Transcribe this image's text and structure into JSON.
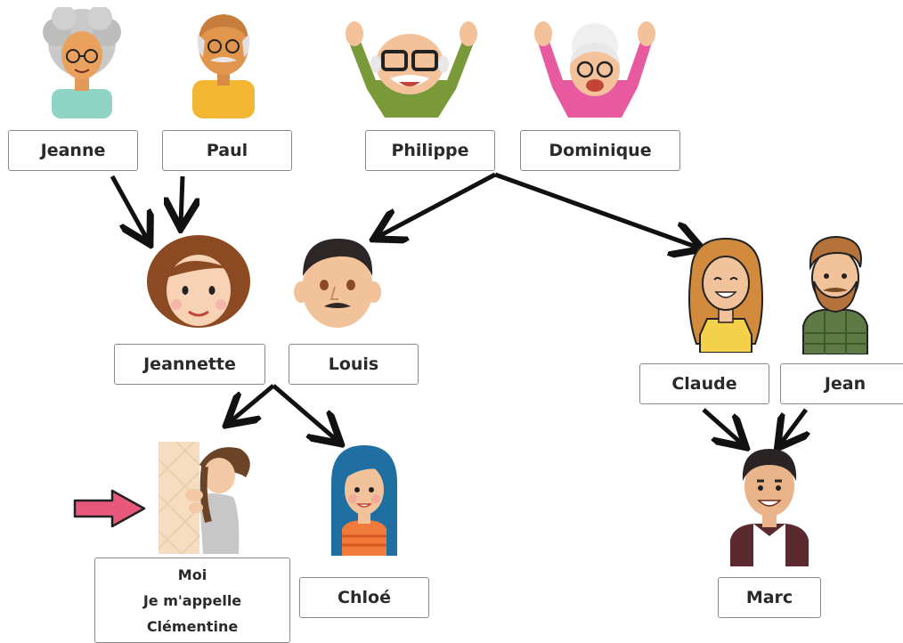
{
  "people": {
    "jeanne": "Jeanne",
    "paul": "Paul",
    "philippe": "Philippe",
    "dominique": "Dominique",
    "jeannette": "Jeannette",
    "louis": "Louis",
    "claude": "Claude",
    "jean": "Jean",
    "moi": [
      "Moi",
      "Je m'appelle",
      "Clémentine"
    ],
    "chloe": "Chloé",
    "marc": "Marc"
  },
  "colors": {
    "arrow": "#111111",
    "pointer": "#e8587a",
    "skin": "#f6c9a3",
    "box_border": "#8a8a8a"
  },
  "icons": [
    "grandmother-avatar",
    "grandfather-avatar",
    "grandfather-cheering-avatar",
    "grandmother-cheering-avatar",
    "woman-avatar",
    "man-avatar",
    "blond-woman-avatar",
    "bearded-man-avatar",
    "girl-peeking-avatar",
    "blue-hair-girl-avatar",
    "young-man-avatar",
    "pointer-arrow-icon"
  ]
}
